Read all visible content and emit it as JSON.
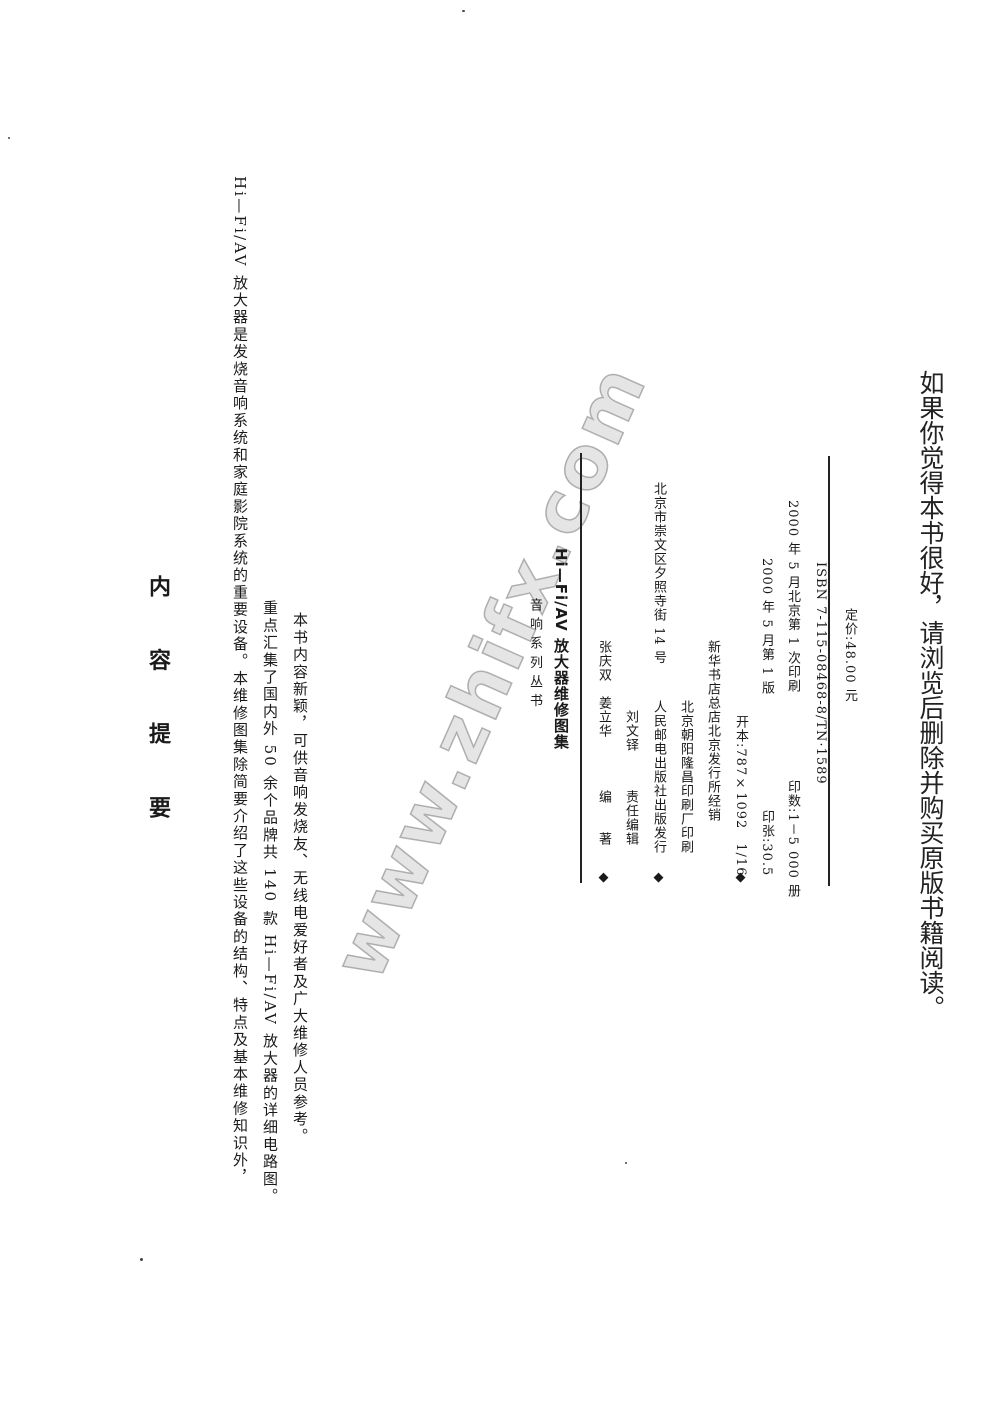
{
  "summary": {
    "title": "内 容 提 要",
    "paragraph_lines": [
      "Hi—Fi/AV 放大器是发烧音响系统和家庭影院系统的重要设备。本维修图集除简要介绍了这些设备的结构、特点及基本维修知识外，",
      "重点汇集了国内外 50 余个品牌共 140 款 Hi—Fi/AV 放大器的详细电路图。",
      "本书内容新颖，可供音响发烧友、无线电爱好者及广大维修人员参考。"
    ]
  },
  "cip": {
    "series": "音 响 系 列 丛 书",
    "book_title": "Hi—Fi/AV 放大器维修图集",
    "editors_label": "编　　著",
    "editors": "张庆双　姜立华",
    "responsible_editor_label": "责任编辑",
    "responsible_editor": "刘文铎",
    "publisher": "人民邮电出版社出版发行",
    "publisher_address": "北京市崇文区夕照寺街 14 号",
    "printer": "北京朝阳隆昌印刷厂印刷",
    "distributor": "新华书店总店北京发行所经销",
    "format": "开本:787×1092　1/16",
    "sheets": "印张:30.5",
    "edition": "2000 年 5 月第 1 版",
    "print_run": "印数:1－5 000 册",
    "printing": "2000 年 5 月北京第 1 次印刷",
    "isbn": "ISBN 7-115-08468-8/TN·1589",
    "price": "定价:48.00 元"
  },
  "watermark": "www.zhifx.com",
  "footer_note": "如果你觉得本书很好，请浏览后删除并购买原版书籍阅读。"
}
